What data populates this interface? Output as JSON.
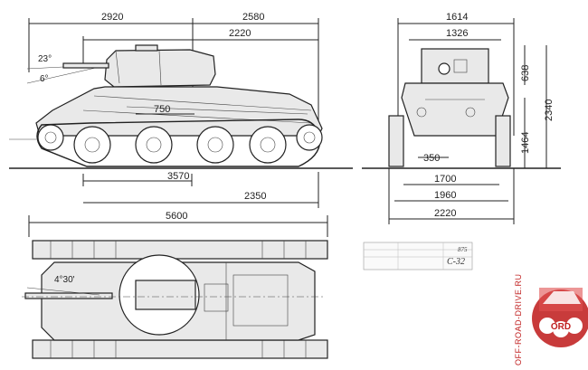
{
  "side_view": {
    "dims_top": [
      "2920",
      "2580",
      "2220"
    ],
    "angles": [
      "23°",
      "6°"
    ],
    "dims_mid": [
      "750"
    ],
    "dims_bottom": [
      "3570",
      "2350"
    ]
  },
  "front_view": {
    "dims_top": [
      "1614",
      "1326"
    ],
    "dims_right": [
      "638",
      "2340",
      "1464"
    ],
    "dims_mid": [
      "350"
    ],
    "dims_bottom": [
      "1700",
      "1960",
      "2220"
    ]
  },
  "top_view": {
    "overall_length": "5600",
    "angle": "4°30'"
  },
  "stamp": {
    "code": "С-32",
    "number": "875"
  },
  "watermark": {
    "text": "OFF-ROAD-DRIVE.RU",
    "logo": "ORD"
  },
  "colors": {
    "line": "#222222",
    "logo_red": "#c02020"
  }
}
